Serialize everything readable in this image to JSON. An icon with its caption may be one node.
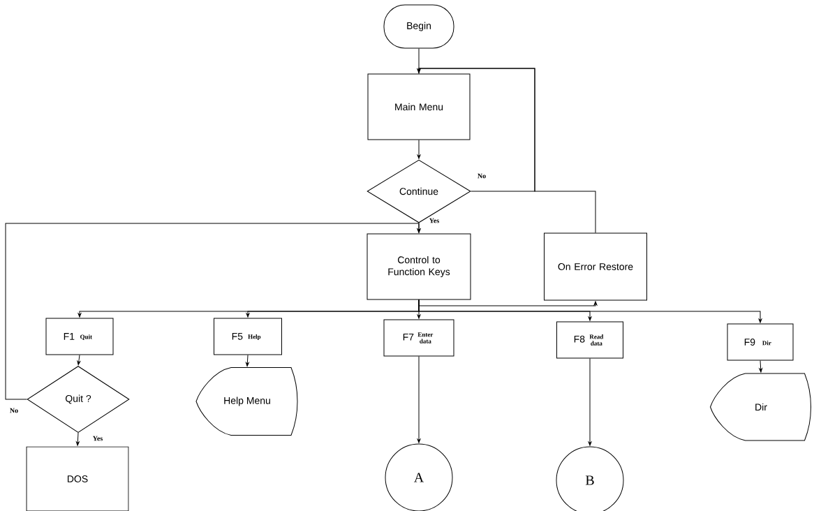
{
  "diagram": {
    "nodes": [
      {
        "text": [
          "Begin"
        ]
      },
      {
        "text": [
          "Main Menu"
        ]
      },
      {
        "text": [
          "Continue"
        ]
      },
      {
        "text": [
          "Control to Function Keys"
        ]
      },
      {
        "text": [
          "On Error Restore"
        ]
      },
      {
        "text": [
          "F1",
          "Quit"
        ]
      },
      {
        "text": [
          "F5",
          "Help"
        ]
      },
      {
        "text": [
          "F7",
          "Enter data"
        ]
      },
      {
        "text": [
          "F8",
          "Read data"
        ]
      },
      {
        "text": [
          "F9",
          "Dir"
        ]
      },
      {
        "text": [
          "Quit ?"
        ]
      },
      {
        "text": [
          "Help Menu"
        ]
      },
      {
        "text": [
          "A"
        ]
      },
      {
        "text": [
          "B"
        ]
      },
      {
        "text": [
          "Dir"
        ]
      },
      {
        "text": [
          "DOS"
        ]
      }
    ],
    "edges": [
      {
        "from": 0,
        "to": 1,
        "arrow": "none"
      },
      {
        "from": 1,
        "to": 2,
        "arrow": "to"
      },
      {
        "from": 2,
        "to": 1,
        "arrow": "to",
        "label": "No"
      },
      {
        "from": 4,
        "to": 1,
        "arrow": "to"
      },
      {
        "from": 2,
        "to": 3,
        "arrow": "to",
        "label": "Yes"
      },
      {
        "from": 10,
        "to": 3,
        "arrow": "to",
        "label": "No"
      },
      {
        "from": 3,
        "to": 4,
        "arrow": "to"
      },
      {
        "from": 3,
        "to": 5,
        "arrow": "to"
      },
      {
        "from": 3,
        "to": 6,
        "arrow": "to"
      },
      {
        "from": 3,
        "to": 7,
        "arrow": "to"
      },
      {
        "from": 3,
        "to": 8,
        "arrow": "to"
      },
      {
        "from": 3,
        "to": 9,
        "arrow": "to"
      },
      {
        "from": 5,
        "to": 10,
        "arrow": "to"
      },
      {
        "from": 6,
        "to": 11,
        "arrow": "to"
      },
      {
        "from": 7,
        "to": 12,
        "arrow": "to"
      },
      {
        "from": 8,
        "to": 13,
        "arrow": "to"
      },
      {
        "from": 9,
        "to": 14,
        "arrow": "to"
      },
      {
        "from": 10,
        "to": 15,
        "arrow": "to",
        "label": "Yes"
      }
    ]
  }
}
